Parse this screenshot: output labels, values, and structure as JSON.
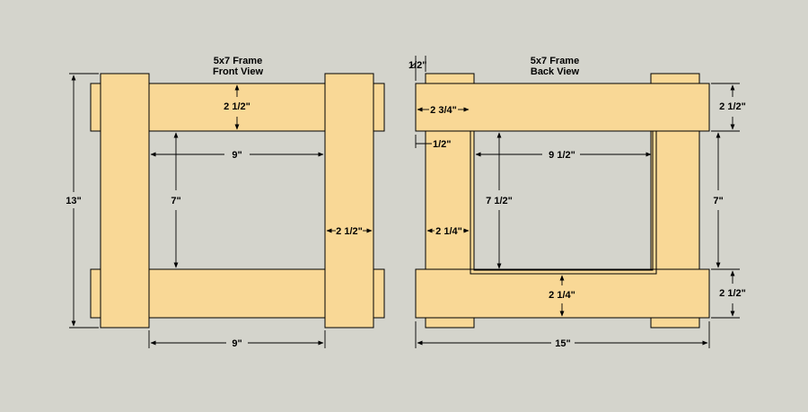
{
  "front": {
    "title_line1": "5x7 Frame",
    "title_line2": "Front View",
    "dims": {
      "overall_height": "13\"",
      "top_rail": "2 1/2\"",
      "opening_width": "9\"",
      "opening_height": "7\"",
      "stile_width": "2 1/2\"",
      "bottom_span": "9\""
    }
  },
  "back": {
    "title_line1": "5x7 Frame",
    "title_line2": "Back View",
    "dims": {
      "overhang_top": "1/2\"",
      "rabbet_offset": "2 3/4\"",
      "rabbet_side": "1/2\"",
      "opening_width": "9 1/2\"",
      "opening_height": "7 1/2\"",
      "stile_to_opening": "2 1/4\"",
      "bottom_rail_to_opening": "2 1/4\"",
      "right_top": "2 1/2\"",
      "right_middle": "7\"",
      "right_bottom": "2 1/2\"",
      "overall_width": "15\""
    }
  },
  "colors": {
    "background": "#d4d4cc",
    "wood": "#f9d896",
    "outline": "#000000"
  }
}
